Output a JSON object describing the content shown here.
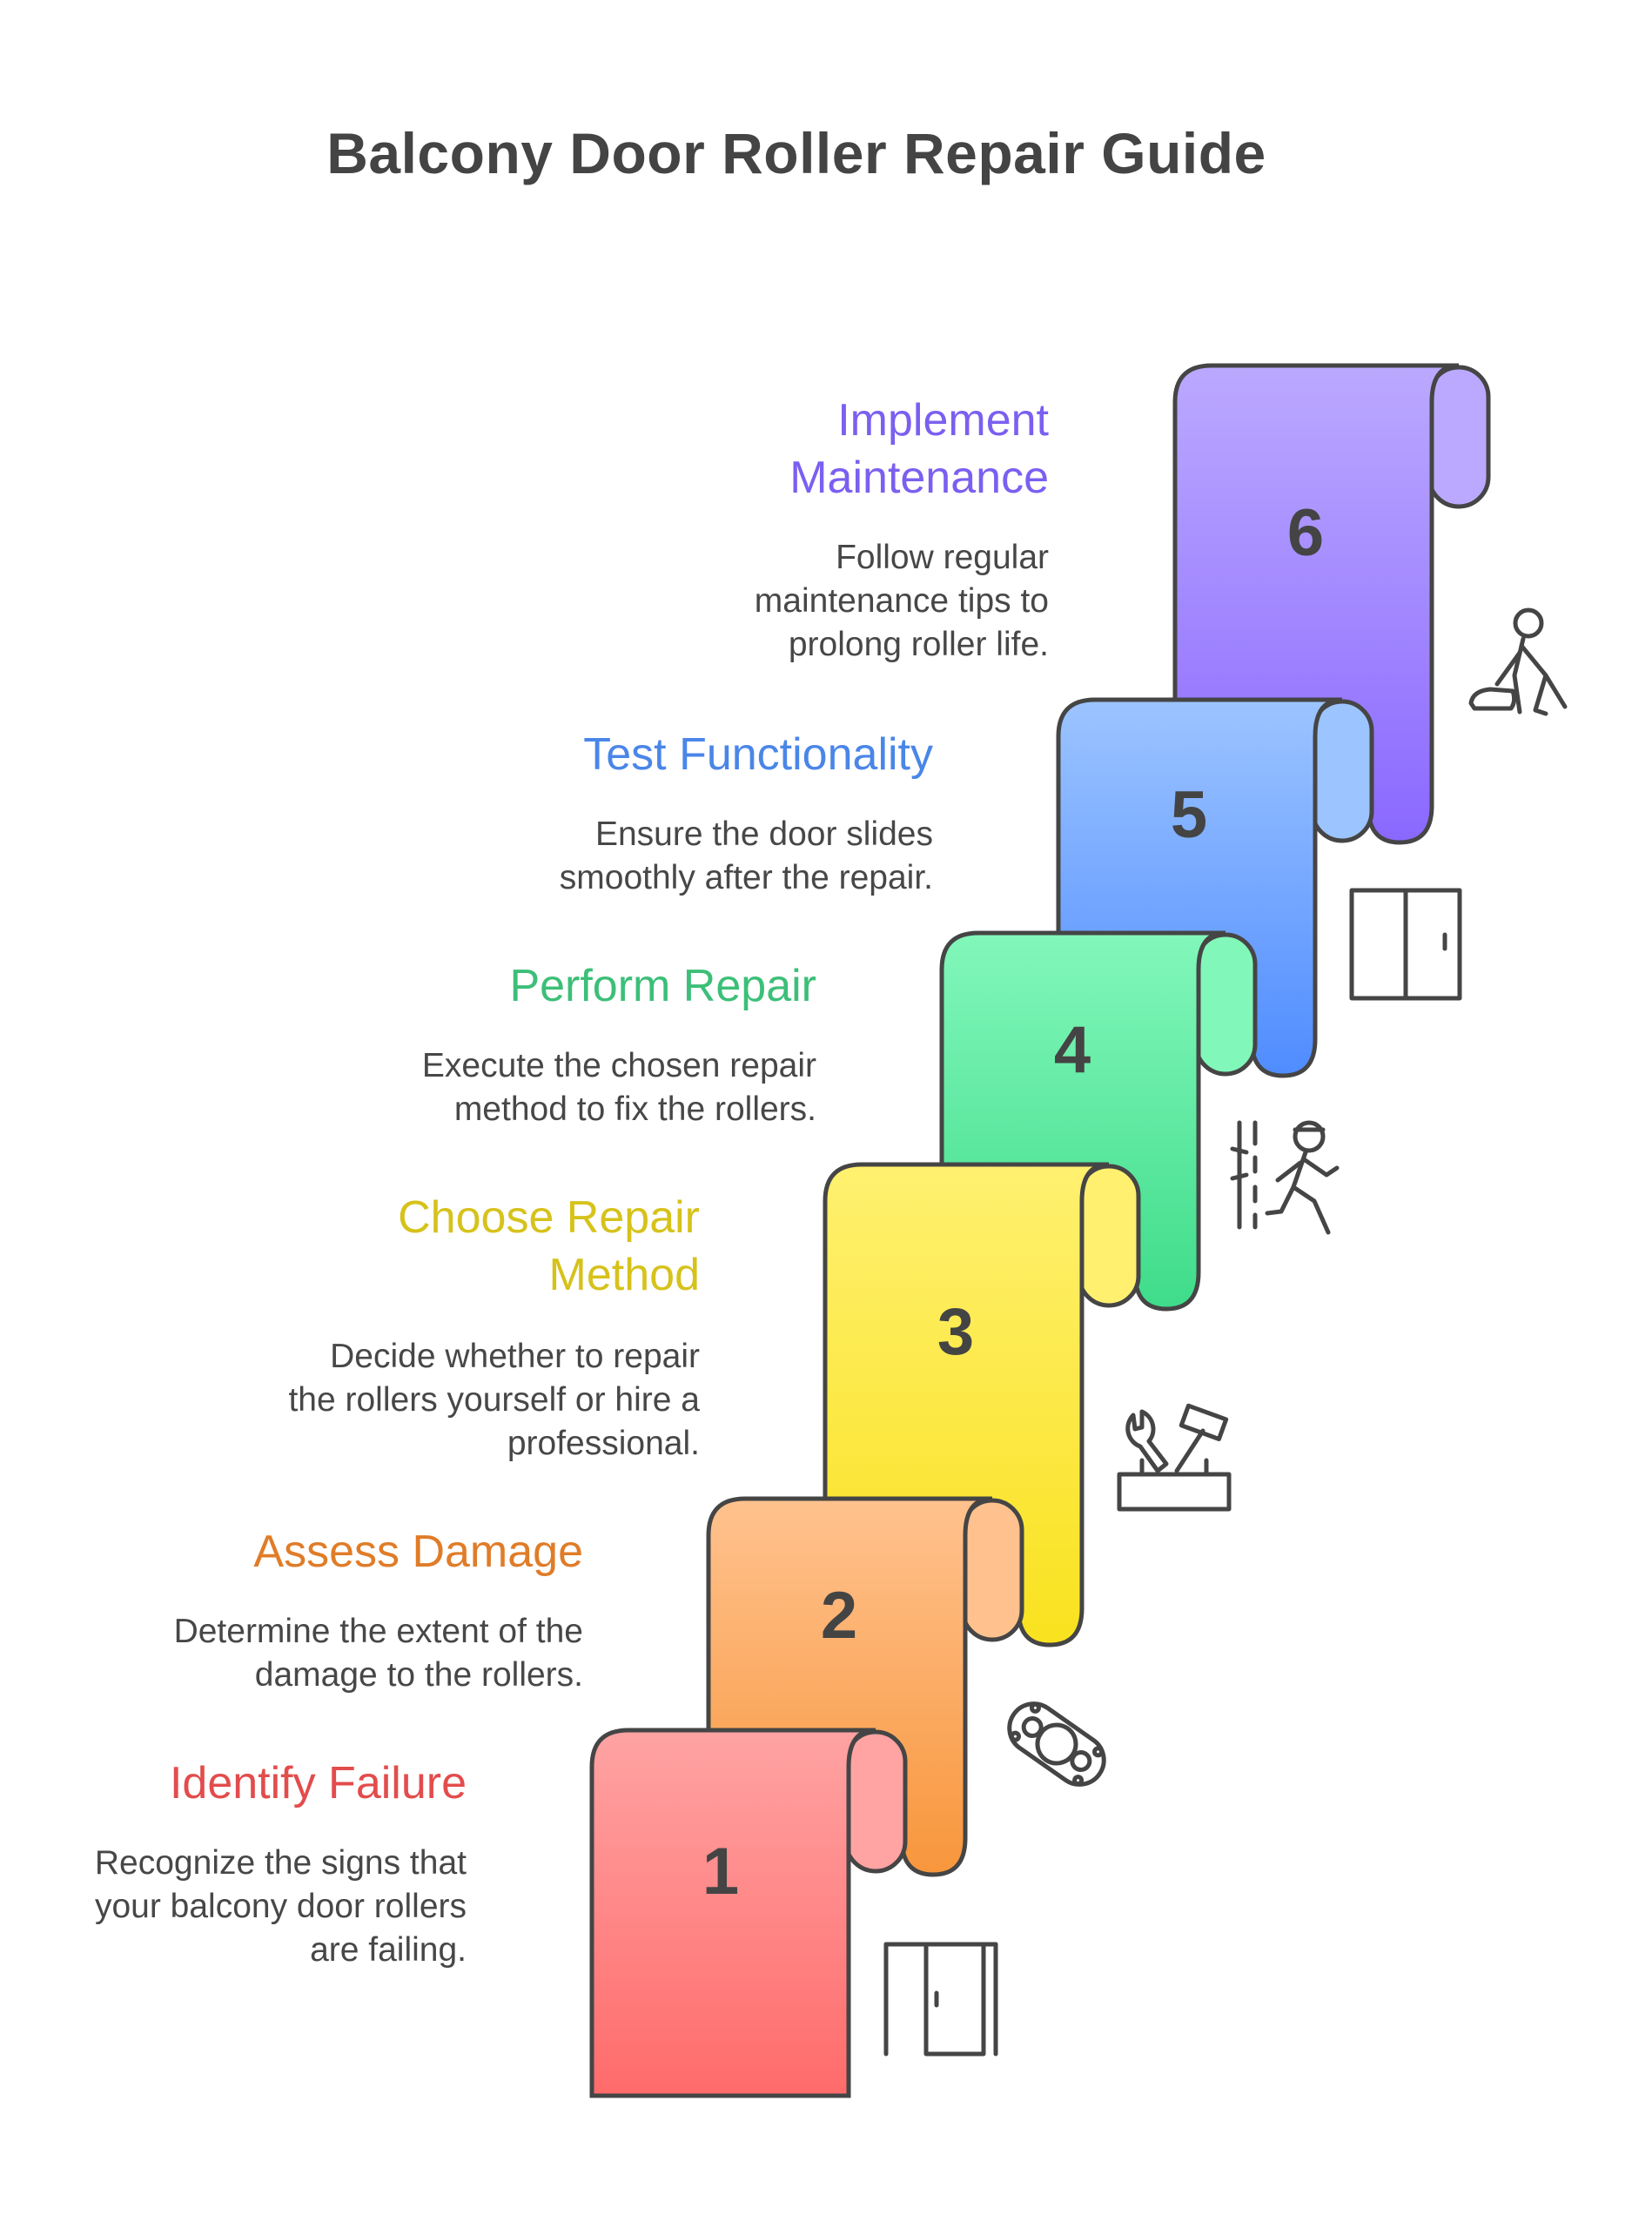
{
  "title": "Balcony Door Roller Repair Guide",
  "steps": [
    {
      "number": "1",
      "title": "Identify Failure",
      "description": "Recognize the signs that\nyour balcony door rollers\nare failing.",
      "color": "#e34c4c",
      "fill_top": "#ffa3a3",
      "fill_bottom": "#ff6b6b",
      "icon": "door-icon"
    },
    {
      "number": "2",
      "title": "Assess Damage",
      "description": "Determine the extent of the\ndamage to the rollers.",
      "color": "#e07c28",
      "fill_top": "#ffc28e",
      "fill_bottom": "#f8963c",
      "icon": "roller-chain-icon"
    },
    {
      "number": "3",
      "title": "Choose Repair\nMethod",
      "description": "Decide whether to repair\nthe rollers yourself or hire a\nprofessional.",
      "color": "#d6c21a",
      "fill_top": "#fff070",
      "fill_bottom": "#f9e21e",
      "icon": "toolbox-icon"
    },
    {
      "number": "4",
      "title": "Perform Repair",
      "description": "Execute the chosen repair\nmethod to fix the rollers.",
      "color": "#3cbf78",
      "fill_top": "#82f7ba",
      "fill_bottom": "#3fdc8a",
      "icon": "worker-repair-icon"
    },
    {
      "number": "5",
      "title": "Test Functionality",
      "description": "Ensure the door slides\nsmoothly after the repair.",
      "color": "#4a86e8",
      "fill_top": "#9cc4ff",
      "fill_bottom": "#4f8cff",
      "icon": "sliding-door-icon"
    },
    {
      "number": "6",
      "title": "Implement\nMaintenance",
      "description": "Follow regular\nmaintenance tips to\nprolong roller life.",
      "color": "#7b5ff0",
      "fill_top": "#bba9ff",
      "fill_bottom": "#8a68ff",
      "icon": "cleaning-person-icon"
    }
  ]
}
